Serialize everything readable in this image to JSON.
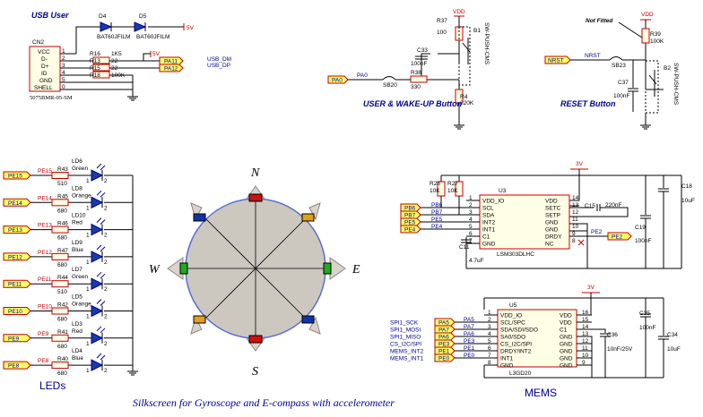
{
  "usb": {
    "title": "USB User",
    "connector_ref": "CN2",
    "connector_part": "5075BMR-05-SM",
    "pins": [
      "VCC",
      "D-",
      "D+",
      "ID",
      "GND",
      "SHELL"
    ],
    "pin_numbers": [
      "1",
      "2",
      "3",
      "4",
      "5",
      "0"
    ],
    "d4_ref": "D4",
    "d4_part": "BAT60JFILM",
    "d5_ref": "D5",
    "d5_part": "BAT60JFILM",
    "supply": "5V",
    "r16_ref": "R16",
    "r16_val": "1K5",
    "r13_ref": "R13",
    "r13_val": "22",
    "r15_ref": "R15",
    "r15_val": "22",
    "r18_ref": "R18",
    "r18_val": "100K",
    "pa11": "PA11",
    "pa12": "PA12",
    "net_dm": "USB_DM",
    "net_dp": "USB_DP",
    "r13_supply": "5V"
  },
  "user_button": {
    "title": "USER & WAKE-UP Button",
    "vdd": "VDD",
    "r37_ref": "R37",
    "r37_val": "100",
    "c33_ref": "C33",
    "c33_val": "100nF",
    "r38_ref": "R38",
    "r38_val": "330",
    "r4_ref": "R4",
    "r4_val": "220K",
    "sb20": "SB20",
    "pa0_port": "PA0",
    "pa0_net": "PA0",
    "b1_ref": "B1",
    "b1_part": "SW-PUSH-CMS",
    "pins": [
      "1",
      "2",
      "3",
      "4"
    ]
  },
  "reset_button": {
    "title": "RESET Button",
    "not_fitted": "Not Fitted",
    "vdd": "VDD",
    "r39_ref": "R39",
    "r39_val": "100K",
    "nrst_port": "NRST",
    "nrst_net": "NRST",
    "sb23": "SB23",
    "c37_ref": "C37",
    "c37_val": "100nF",
    "b2_ref": "B2",
    "b2_part": "SW-PUSH-CMS",
    "pins": [
      "1",
      "2",
      "3",
      "4"
    ]
  },
  "leds": {
    "label": "LEDs",
    "items": [
      {
        "port": "PE15",
        "net": "PE15",
        "r": "R43",
        "rv": "510",
        "ld": "LD6",
        "color": "Green"
      },
      {
        "port": "PE14",
        "net": "PE14",
        "r": "R45",
        "rv": "680",
        "ld": "LD8",
        "color": "Orange"
      },
      {
        "port": "PE13",
        "net": "PE13",
        "r": "R46",
        "rv": "680",
        "ld": "LD10",
        "color": "Red"
      },
      {
        "port": "PE12",
        "net": "PE12",
        "r": "R47",
        "rv": "680",
        "ld": "LD9",
        "color": "Blue"
      },
      {
        "port": "PE11",
        "net": "PE11",
        "r": "R44",
        "rv": "510",
        "ld": "LD7",
        "color": "Green"
      },
      {
        "port": "PE10",
        "net": "PE10",
        "r": "R42",
        "rv": "680",
        "ld": "LD5",
        "color": "Orange"
      },
      {
        "port": "PE9",
        "net": "PE9",
        "r": "R41",
        "rv": "680",
        "ld": "LD3",
        "color": "Red"
      },
      {
        "port": "PE8",
        "net": "PE8",
        "r": "R40",
        "rv": "680",
        "ld": "LD4",
        "color": "Blue"
      }
    ],
    "pin1": "1",
    "pin2": "2"
  },
  "compass": {
    "n": "N",
    "s": "S",
    "e": "E",
    "w": "W",
    "caption": "Silkscreen for Gyroscope and E-compass with accelerometer",
    "colors": {
      "red": "#cc1111",
      "blue": "#1133aa",
      "green": "#22aa22",
      "orange": "#e0a020",
      "disc": "#cdc8bf",
      "disc_edge": "#5a6fd0",
      "arrow": "#d9d3c9"
    }
  },
  "u3": {
    "ref": "U3",
    "part": "LSM303DLHC",
    "supply": "3V",
    "left_pins": [
      {
        "n": "1",
        "name": "VDD_IO"
      },
      {
        "n": "2",
        "name": "SCL"
      },
      {
        "n": "3",
        "name": "SDA"
      },
      {
        "n": "4",
        "name": "INT2"
      },
      {
        "n": "5",
        "name": "INT1"
      },
      {
        "n": "6",
        "name": "C1"
      },
      {
        "n": "7",
        "name": "GND"
      }
    ],
    "right_pins": [
      {
        "n": "14",
        "name": "VDD"
      },
      {
        "n": "13",
        "name": "SETC"
      },
      {
        "n": "12",
        "name": "SETP"
      },
      {
        "n": "11",
        "name": "GND"
      },
      {
        "n": "10",
        "name": "GND"
      },
      {
        "n": "9",
        "name": "DRDY"
      },
      {
        "n": "8",
        "name": "NC"
      }
    ],
    "ports": [
      "PB6",
      "PB7",
      "PE5",
      "PE4"
    ],
    "nets": [
      "PB6",
      "PB7",
      "PE5",
      "PE4"
    ],
    "r28_ref": "R28",
    "r28_val": "10K",
    "r27_ref": "R27",
    "r27_val": "10K",
    "c15_ref": "C15",
    "c15_val": "220nF",
    "c11_ref": "C11",
    "c11_val": "4.7uF",
    "c18_ref": "C18",
    "c18_val": "10uF",
    "c19_ref": "C19",
    "c19_val": "100nF",
    "pe2_net": "PE2",
    "pe2_port": "PE2"
  },
  "u5": {
    "ref": "U5",
    "part": "L3GD20",
    "supply": "3V",
    "left_pins": [
      {
        "n": "1",
        "name": "VDD_IO"
      },
      {
        "n": "2",
        "name": "SCL/SPC"
      },
      {
        "n": "3",
        "name": "SDA/SDI/SDO"
      },
      {
        "n": "4",
        "name": "SA0/SDO"
      },
      {
        "n": "5",
        "name": "CS_I2C/SPI"
      },
      {
        "n": "6",
        "name": "DRDY/INT2"
      },
      {
        "n": "7",
        "name": "INT1"
      },
      {
        "n": "8",
        "name": "GND"
      }
    ],
    "right_pins": [
      {
        "n": "16",
        "name": "VDD"
      },
      {
        "n": "15",
        "name": "VDD"
      },
      {
        "n": "14",
        "name": "C1"
      },
      {
        "n": "13",
        "name": "GND"
      },
      {
        "n": "12",
        "name": "GND"
      },
      {
        "n": "11",
        "name": "GND"
      },
      {
        "n": "10",
        "name": "GND"
      },
      {
        "n": "9",
        "name": "GND"
      }
    ],
    "signals": [
      "SPI1_SCK",
      "SPI1_MOSI",
      "SPI1_MISO",
      "CS_I2C/SPI",
      "MEMS_INT2",
      "MEMS_INT1"
    ],
    "ports": [
      "PA5",
      "PA7",
      "PA6",
      "PE3",
      "PE1",
      "PE0"
    ],
    "nets": [
      "PA5",
      "PA7",
      "PA6",
      "PE3",
      "PE1",
      "PE0"
    ],
    "c36_ref": "C36",
    "c36_val": "10nF/25V",
    "c35_ref": "C35",
    "c35_val": "100nF",
    "c34_ref": "C34",
    "c34_val": "10uF",
    "label": "MEMS"
  }
}
